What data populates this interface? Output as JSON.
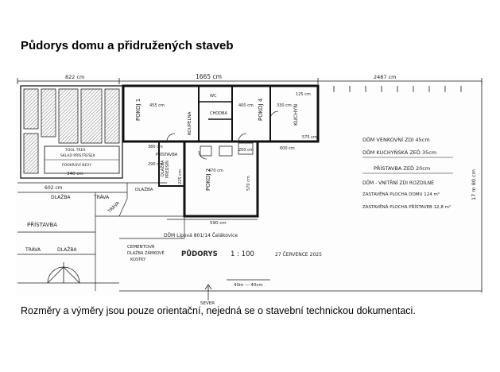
{
  "header": {
    "title": "Půdorys domu a přidružených staveb"
  },
  "footer": {
    "note": "Rozměry a výměry jsou pouze orientační, nejedná se o stavební technickou dokumentaci."
  },
  "plan": {
    "dims": {
      "d822": "822 cm",
      "d1665": "1665 cm",
      "d2487": "2487 cm",
      "d380": "380 cm",
      "d290": "290 cm",
      "d600": "600 cm",
      "d470": "470 cm",
      "d340": "340 cm",
      "d6021": "602 cm",
      "d570": "570 cm",
      "d590": "590 cm",
      "d1780": "17 m 80 cm",
      "d330": "330 cm",
      "d200": "200 cm",
      "d125": "125 cm",
      "d455": "455 cm",
      "d225": "225 cm",
      "d400": "400 cm",
      "d575": "575 cm"
    },
    "rooms": {
      "pokoj1": "POKOJ 1",
      "pokoj2": "POKOJ 2",
      "pokoj4": "POKOJ 4",
      "kuchyn": "KUCHYŇ",
      "koupelna": "KOUPELNA",
      "chodba": "CHODBA",
      "predsin": "PŘEDSÍŇ",
      "wc": "WC",
      "prist": "PŘÍSTAVBA",
      "prist2": "PŘÍSTAVBA",
      "tool1": "TOOL TRES",
      "tool2": "SKLAD PŘÍSTŘEŠEK",
      "tool3": "PODKROVÍ NEVY"
    },
    "labels": {
      "trava1": "TRÁVA",
      "trava2": "TRÁVA",
      "trava3": "TRÁVA",
      "dlazba1": "DLAŽBA",
      "dlazba2": "DLAŽBA",
      "dlazba3": "DLAŽBA",
      "dlazba4": "DLAŽBA",
      "cement1": "CEMENTOVÁ",
      "cement2": "DLAŽBA ZÁMKOVÉ",
      "cement3": "KOSTKY",
      "address": "DŮM Lipová 801/14 Čelákovice",
      "pudorys": "PŮDORYS",
      "scale": "1 : 100",
      "date": "27 ČERVENCE 2025",
      "sever": "SEVER",
      "grid": "40m — 40cm"
    },
    "legend": {
      "l1": "DŮM VENKOVNÍ ZDI 45cm",
      "l2": "DŮM KUCHYŇSKÁ ZEĎ 35cm",
      "l3": "PŘÍSTAVBA ZEĎ 20cm",
      "l4": "DŮM - VNITŘNÍ ZDI ROZDÍLNÉ",
      "l5": "ZASTAVĚNÁ PLOCHA DOMU   124 m²",
      "l6": "ZASTAVĚNÁ PLOCHA PŘÍSTAVEB   12,8 m²"
    }
  }
}
